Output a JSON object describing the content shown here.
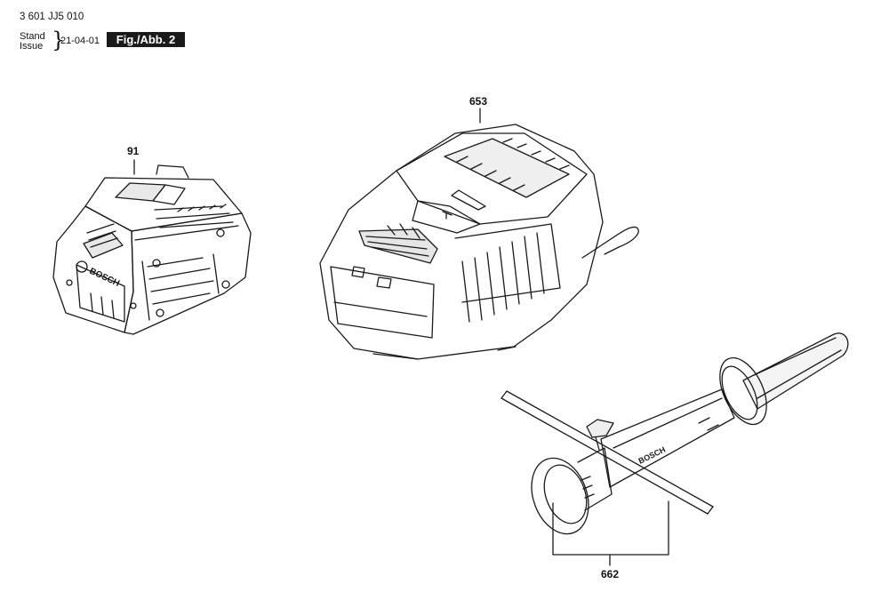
{
  "header": {
    "part_number": "3 601 JJ5 010",
    "stand_label": "Stand",
    "issue_label": "Issue",
    "brace": "}",
    "issue_date": "21-04-01",
    "figure_badge": "Fig./Abb. 2"
  },
  "callouts": {
    "battery": "91",
    "charger": "653",
    "handle": "662"
  },
  "logos": {
    "battery_logo": "BOSCH",
    "handle_logo": "BOSCH"
  }
}
